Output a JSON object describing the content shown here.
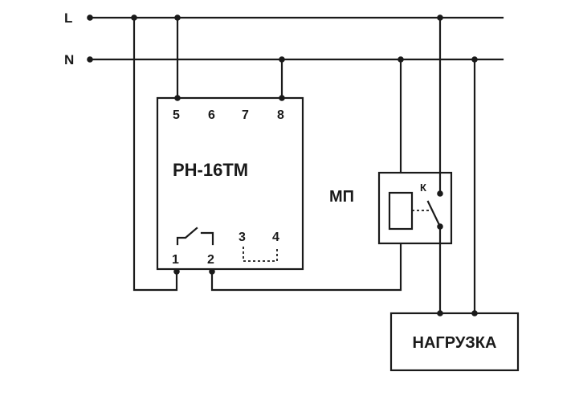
{
  "lines": {
    "phase_label": "L",
    "neutral_label": "N"
  },
  "relay": {
    "model": "РН-16ТМ",
    "terminals": {
      "t1": "1",
      "t2": "2",
      "t3": "3",
      "t4": "4",
      "t5": "5",
      "t6": "6",
      "t7": "7",
      "t8": "8"
    }
  },
  "contactor": {
    "label": "МП",
    "contact_label": "К"
  },
  "load": {
    "label": "НАГРУЗКА"
  },
  "colors": {
    "line": "#1a1a1a",
    "background": "#ffffff"
  }
}
